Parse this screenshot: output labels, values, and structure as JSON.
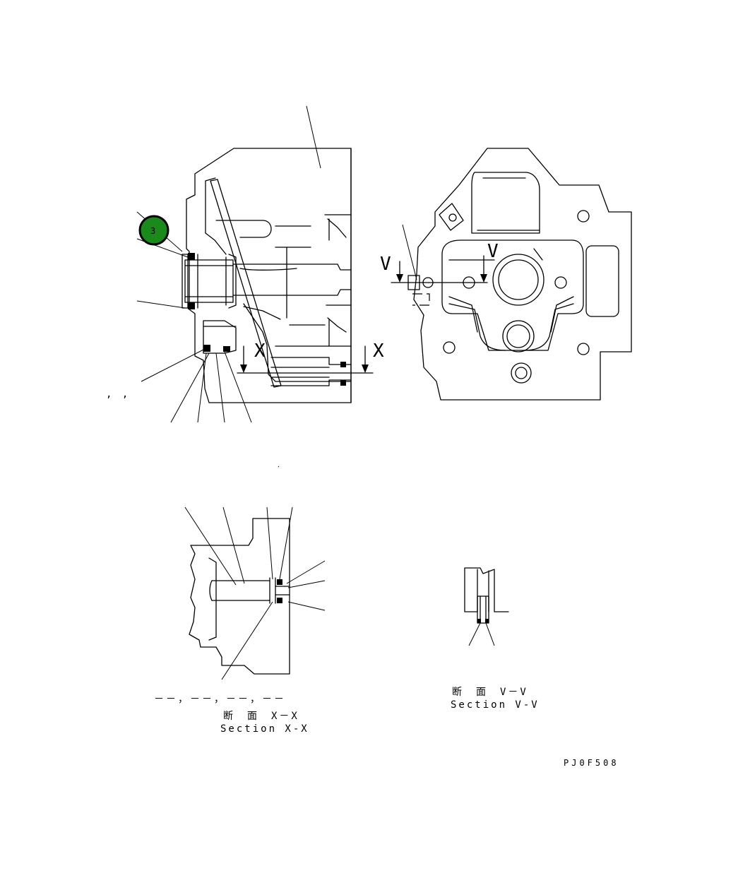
{
  "callout": {
    "number": "3",
    "fill": "#1a8a1a",
    "ring": "#000000"
  },
  "section_marks": {
    "v": "V",
    "x": "X"
  },
  "labels": {
    "section_xx_jp": "断　面　X－X",
    "section_xx_en": "Section X-X",
    "section_vv_jp": "断　面　V－V",
    "section_vv_en": "Section V-V",
    "part_refs": "－－，－－，－－，－－",
    "drawing_code": "PJ0F508",
    "stray_marks": ",      ,"
  }
}
